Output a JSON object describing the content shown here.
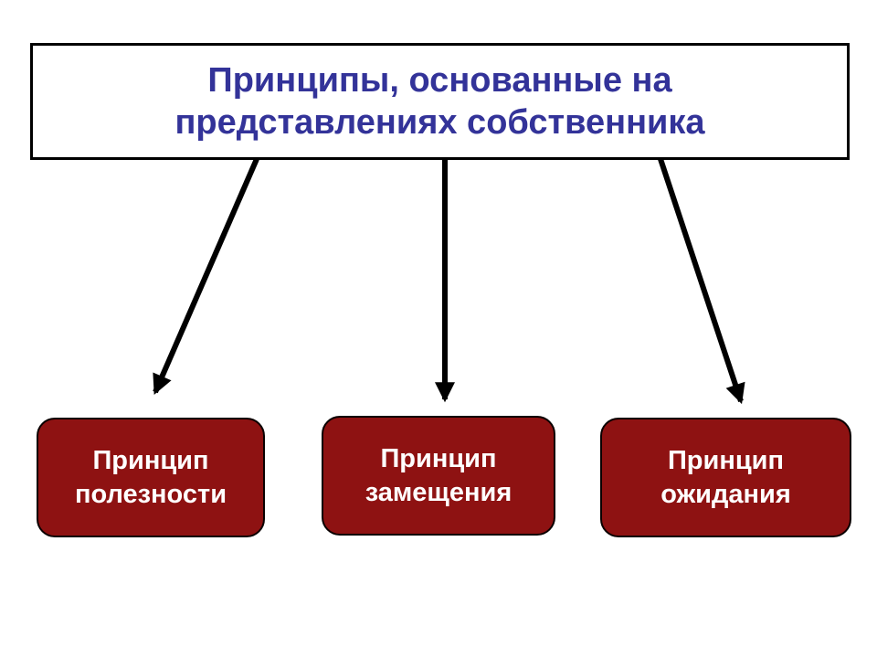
{
  "slide": {
    "title": "Принципы, основанные на представлениях собственника"
  },
  "nodes": [
    {
      "label": "Принцип полезности"
    },
    {
      "label": "Принцип замещения"
    },
    {
      "label": "Принцип ожидания"
    }
  ],
  "colors": {
    "title_text": "#333399",
    "title_border": "#000000",
    "node_background": "#8E1212",
    "node_text": "#FFFFFF",
    "arrow": "#000000"
  }
}
